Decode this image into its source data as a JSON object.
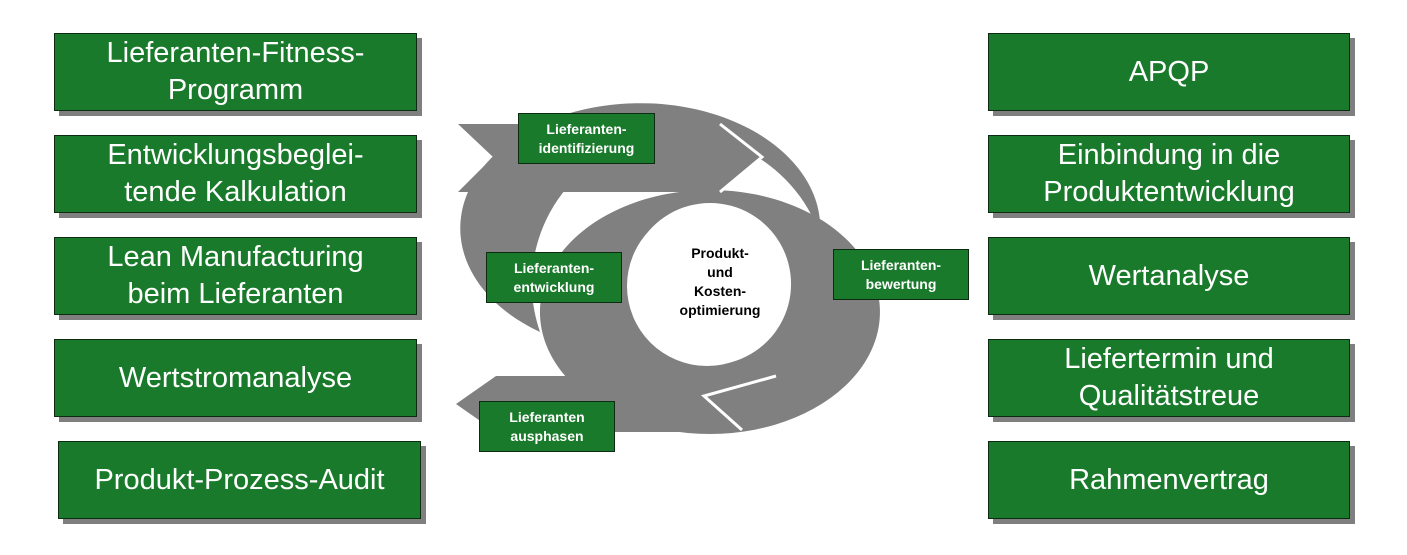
{
  "left_boxes": [
    "Lieferanten-Fitness-\nProgramm",
    "Entwicklungsbeglei-\ntende Kalkulation",
    "Lean Manufacturing\nbeim Lieferanten",
    "Wertstromanalyse",
    "Produkt-Prozess-Audit"
  ],
  "right_boxes": [
    "APQP",
    "Einbindung in die\nProduktentwicklung",
    "Wertanalyse",
    "Liefertermin und\nQualitätstreue",
    "Rahmenvertrag"
  ],
  "cycle": {
    "center": "Produkt-\nund\nKosten-\noptimierung",
    "stages": {
      "identifizierung": "Lieferanten-\nidentifizierung",
      "bewertung": "Lieferanten-\nbewertung",
      "entwicklung": "Lieferanten-\nentwicklung",
      "ausphasen": "Lieferanten\nausphasen"
    }
  },
  "colors": {
    "box_green": "#1a7a2b",
    "arrow_gray": "#808080",
    "text_white": "#ffffff"
  }
}
